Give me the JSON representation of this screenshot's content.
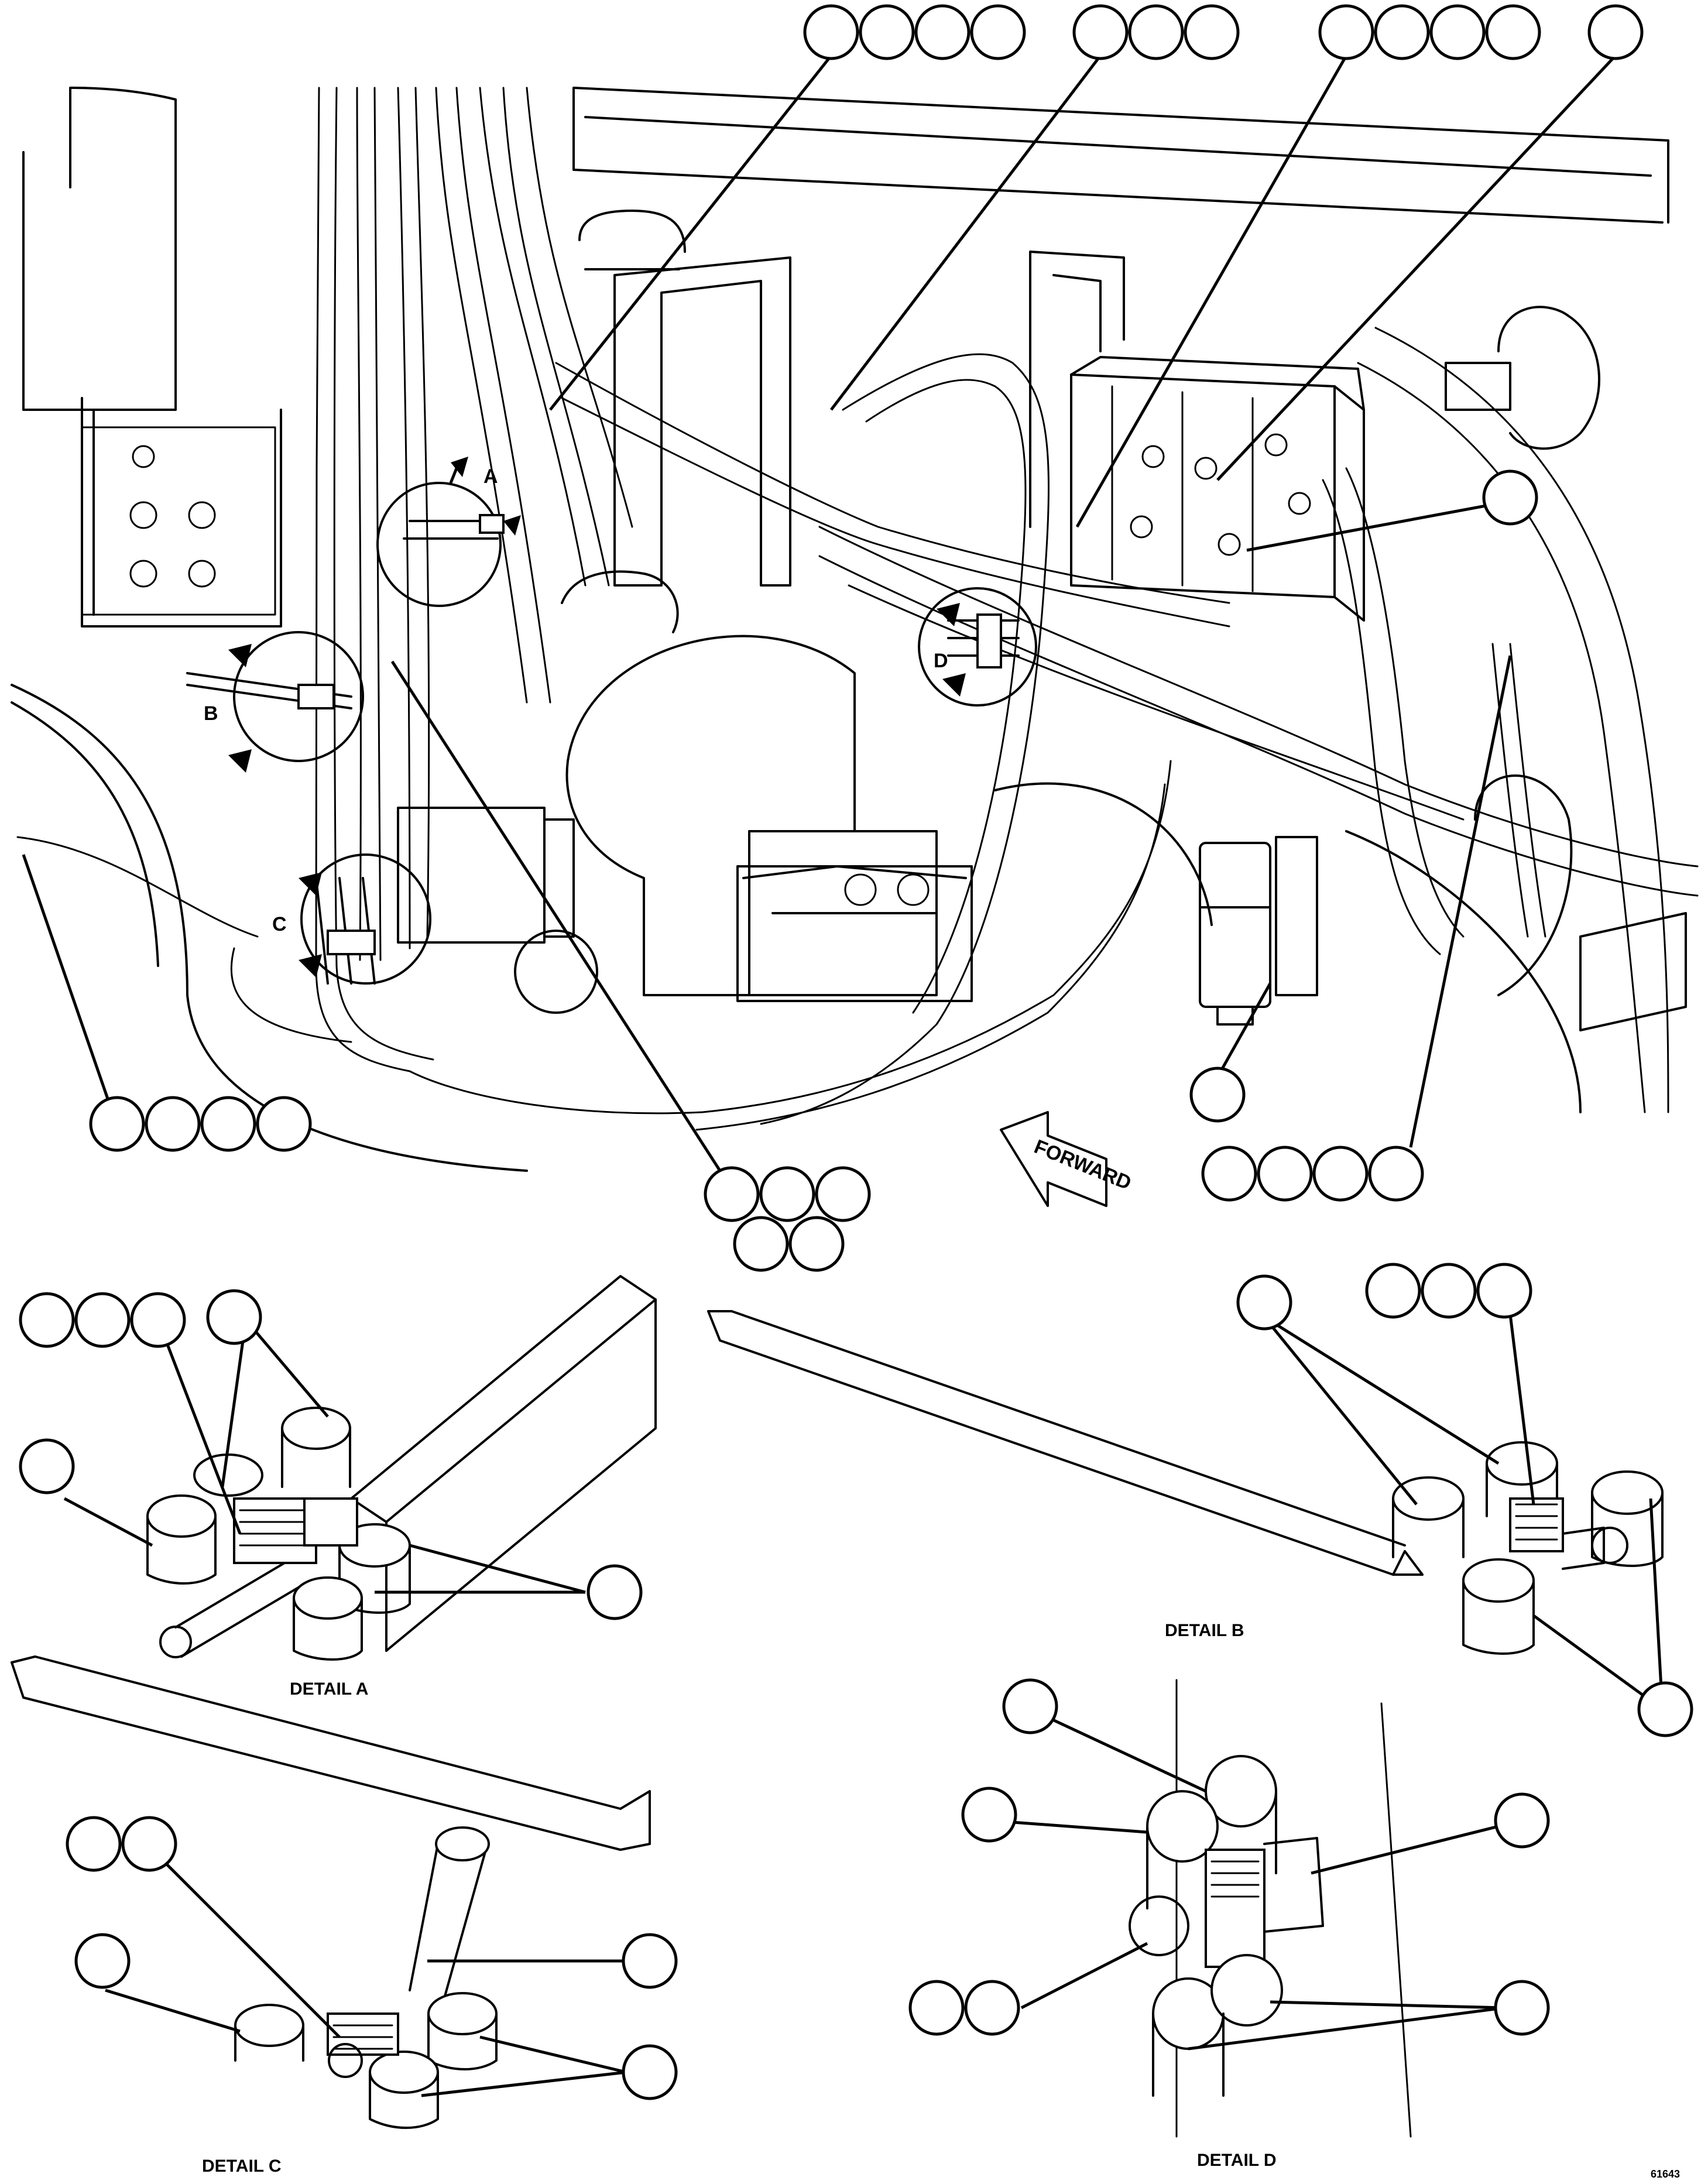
{
  "main_view": {
    "detail_letters": {
      "a": "A",
      "b": "B",
      "c": "C",
      "d": "D"
    },
    "forward_label": "FORWARD"
  },
  "detail_titles": {
    "a": "DETAIL A",
    "b": "DETAIL B",
    "c": "DETAIL C",
    "d": "DETAIL D"
  },
  "drawing_number": "61643",
  "callout_groups": [
    {
      "id": "top-1",
      "balloons": 4
    },
    {
      "id": "top-2",
      "balloons": 3
    },
    {
      "id": "top-3",
      "balloons": 4
    },
    {
      "id": "top-4",
      "balloons": 1
    },
    {
      "id": "right-valve",
      "balloons": 1
    },
    {
      "id": "left-bottom",
      "balloons": 4
    },
    {
      "id": "center-bottom",
      "balloons": 5
    },
    {
      "id": "filter",
      "balloons": 1
    },
    {
      "id": "right-bottom",
      "balloons": 4
    }
  ]
}
